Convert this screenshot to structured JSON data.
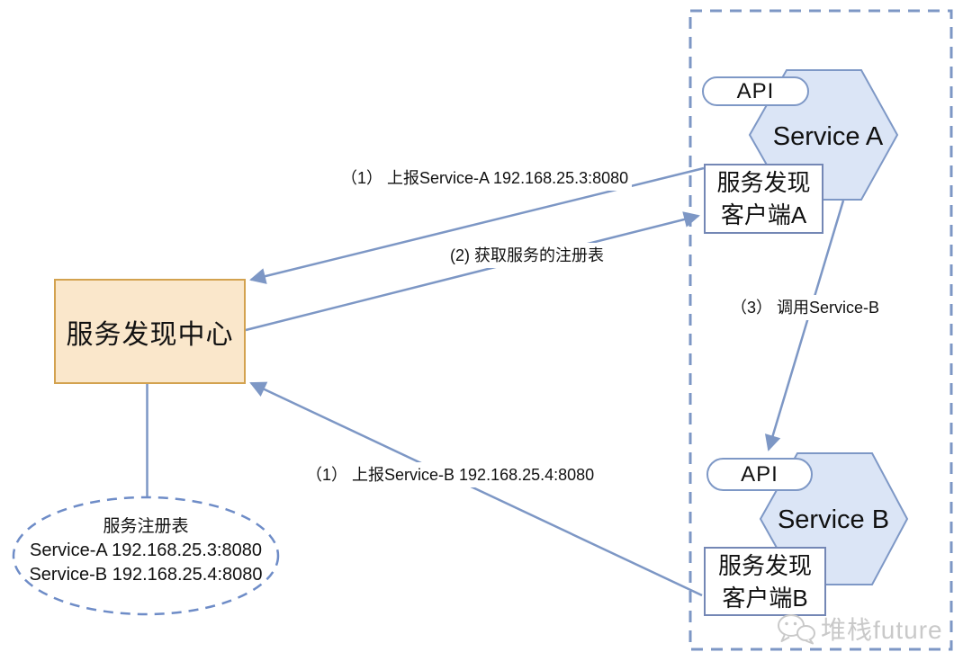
{
  "center_box": {
    "label": "服务发现中心"
  },
  "registry": {
    "title": "服务注册表",
    "entries": [
      "Service-A 192.168.25.3:8080",
      "Service-B 192.168.25.4:8080"
    ]
  },
  "service_a": {
    "name": "Service A",
    "api_label": "API",
    "client_line1": "服务发现",
    "client_line2": "客户端A"
  },
  "service_b": {
    "name": "Service B",
    "api_label": "API",
    "client_line1": "服务发现",
    "client_line2": "客户端B"
  },
  "arrows": [
    {
      "id": "report-service-a",
      "from": "服务发现客户端A",
      "to": "服务发现中心",
      "label": "（1） 上报Service-A 192.168.25.3:8080"
    },
    {
      "id": "get-registry",
      "from": "服务发现中心",
      "to": "服务发现客户端A",
      "label": "(2) 获取服务的注册表"
    },
    {
      "id": "call-service-b",
      "from": "Service A",
      "to": "Service B API",
      "label": "（3） 调用Service-B"
    },
    {
      "id": "report-service-b",
      "from": "服务发现客户端B",
      "to": "服务发现中心",
      "label": "（1） 上报Service-B 192.168.25.4:8080"
    }
  ],
  "watermark": {
    "text": "堆栈future",
    "icon": "wechat-icon"
  },
  "colors": {
    "arrow_blue": "#7d97c5",
    "container_dash_blue": "#7d97c5",
    "hexagon_fill": "#dbe5f6",
    "hexagon_border": "#7e98c6",
    "center_box_fill": "#fae7cb",
    "center_box_border": "#d3a24f",
    "ellipse_dash_blue": "#6e8cc7",
    "watermark_gray": "#c9c9c9"
  }
}
